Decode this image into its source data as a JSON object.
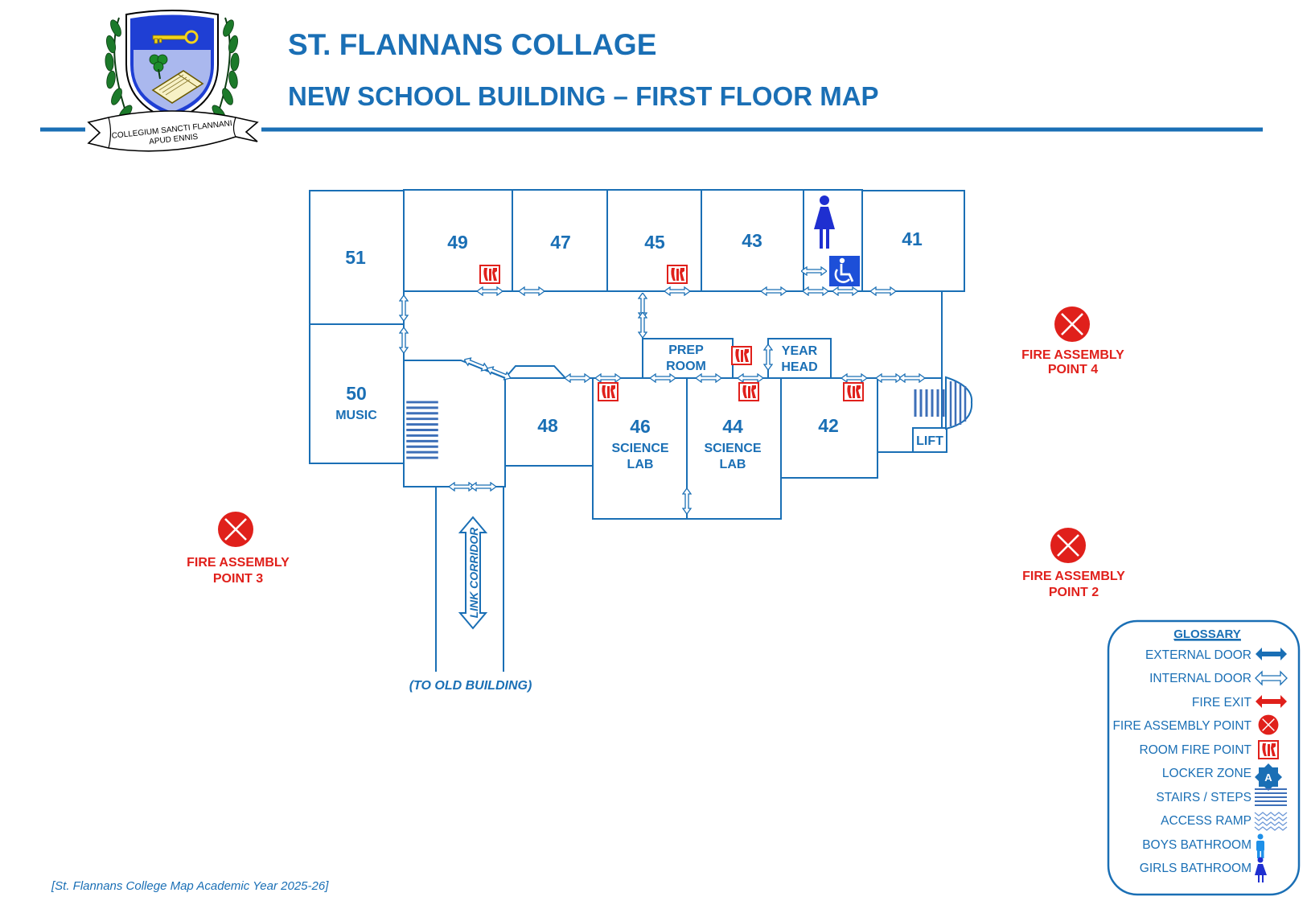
{
  "header": {
    "title": "ST. FLANNANS COLLAGE",
    "subtitle": "NEW SCHOOL BUILDING – FIRST FLOOR MAP",
    "crest_motto_line1": "COLLEGIUM SANCTI FLANNANI",
    "crest_motto_line2": "APUD ENNIS"
  },
  "rooms": {
    "r51": {
      "number": "51"
    },
    "r49": {
      "number": "49"
    },
    "r47": {
      "number": "47"
    },
    "r45": {
      "number": "45"
    },
    "r43": {
      "number": "43"
    },
    "r41": {
      "number": "41"
    },
    "r50": {
      "number": "50",
      "name": "MUSIC"
    },
    "r48": {
      "number": "48"
    },
    "r46": {
      "number": "46",
      "name_line1": "SCIENCE",
      "name_line2": "LAB"
    },
    "r44": {
      "number": "44",
      "name_line1": "SCIENCE",
      "name_line2": "LAB"
    },
    "r42": {
      "number": "42"
    },
    "prep": {
      "line1": "PREP",
      "line2": "ROOM"
    },
    "yearhead": {
      "line1": "YEAR",
      "line2": "HEAD"
    },
    "lift": {
      "label": "LIFT"
    }
  },
  "corridor": {
    "label": "LINK CORRIDOR",
    "destination": "(TO OLD BUILDING)"
  },
  "assembly_points": [
    {
      "line1": "FIRE ASSEMBLY",
      "line2": "POINT 4"
    },
    {
      "line1": "FIRE ASSEMBLY",
      "line2": "POINT 3"
    },
    {
      "line1": "FIRE ASSEMBLY",
      "line2": "POINT 2"
    }
  ],
  "glossary": {
    "title": "GLOSSARY",
    "items": [
      {
        "label": "EXTERNAL DOOR",
        "icon": "external-door-icon"
      },
      {
        "label": "INTERNAL DOOR",
        "icon": "internal-door-icon"
      },
      {
        "label": "FIRE EXIT",
        "icon": "fire-exit-icon"
      },
      {
        "label": "FIRE ASSEMBLY POINT",
        "icon": "fire-assembly-point-icon"
      },
      {
        "label": "ROOM FIRE POINT",
        "icon": "room-fire-point-icon"
      },
      {
        "label": "LOCKER ZONE",
        "icon": "locker-zone-icon",
        "badge": "A"
      },
      {
        "label": "STAIRS / STEPS",
        "icon": "stairs-icon"
      },
      {
        "label": "ACCESS RAMP",
        "icon": "access-ramp-icon"
      },
      {
        "label": "BOYS BATHROOM",
        "icon": "boys-bathroom-icon"
      },
      {
        "label": "GIRLS BATHROOM",
        "icon": "girls-bathroom-icon"
      }
    ]
  },
  "footer": {
    "note": "[St. Flannans College Map Academic Year 2025-26]"
  },
  "colors": {
    "brand_blue": "#1a6fb5",
    "fire_red": "#e0201b",
    "accessible_blue": "#1d4fd8",
    "girls_blue": "#1f2fd0",
    "boys_blue": "#1e90e8"
  }
}
